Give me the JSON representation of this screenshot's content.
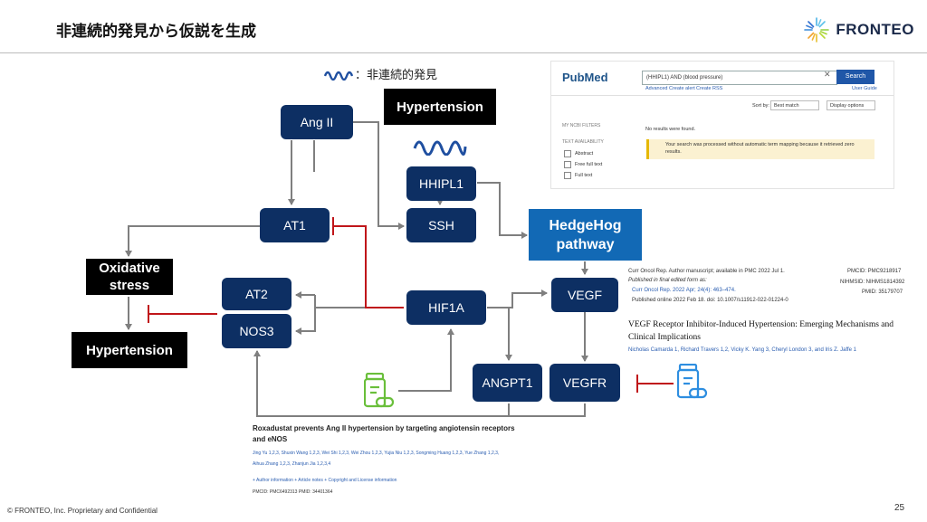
{
  "slide": {
    "title": "非連続的発見から仮説を生成",
    "logo_text": "FRONTEO",
    "footer": "© FRONTEO, Inc.  Proprietary and Confidential",
    "page_number": "25",
    "legend_text": "：非連続的発見"
  },
  "diagram": {
    "nodes": {
      "ang2": "Ang II",
      "hypertension_top": "Hypertension",
      "hhipl1": "HHIPL1",
      "ssh": "SSH",
      "at1": "AT1",
      "hedgehog": "HedgeHog pathway",
      "oxidative_stress": "Oxidative stress",
      "at2": "AT2",
      "nos3": "NOS3",
      "hif1a": "HIF1A",
      "vegf": "VEGF",
      "hypertension_bottom": "Hypertension",
      "angpt1": "ANGPT1",
      "vegfr": "VEGFR"
    },
    "colors": {
      "node": "#0d2f63",
      "hedgehog": "#1269b5",
      "inhibit": "#c0161a",
      "arrow": "#7f7f7f",
      "drug_left": "#6abf3b",
      "drug_right": "#2e8ee0"
    }
  },
  "pubmed": {
    "brand": "PubMed",
    "query": "(HHIPL1) AND (blood pressure)",
    "search_button": "Search",
    "links": [
      "Advanced",
      "Create alert",
      "Create RSS"
    ],
    "user_guide": "User Guide",
    "sort_label": "Sort by:",
    "sort_value": "Best match",
    "display_options": "Display options",
    "filters_label": "MY NCBI FILTERS",
    "text_availability": "TEXT AVAILABILITY",
    "filters": [
      "Abstract",
      "Free full text",
      "Full text"
    ],
    "no_results": "No results were found.",
    "warning": "Your search was processed without automatic term mapping because it retrieved zero results."
  },
  "article_right": {
    "journal_line": "Curr Oncol Rep. Author manuscript; available in PMC 2022 Jul 1.",
    "published_final": "Published in final edited form as:",
    "citation": "Curr Oncol Rep. 2022 Apr; 24(4): 463–474.",
    "published_online": "Published online 2022 Feb 18. doi: 10.1007/s11912-022-01224-0",
    "pmcid": "PMCID: PMC9218917",
    "nihmsid": "NIHMSID: NIHMS1814392",
    "pmid": "PMID: 35179707",
    "title": "VEGF Receptor Inhibitor-Induced Hypertension: Emerging Mechanisms and Clinical Implications",
    "authors": "Nicholas Camarda 1, Richard Travers 1,2, Vicky K. Yang 3, Cheryl London 3, and Iris Z. Jaffe 1"
  },
  "article_bottom": {
    "title": "Roxadustat prevents Ang II hypertension by targeting angiotensin receptors and eNOS",
    "authors_1": "Jing Yu 1,2,3, Shuxin Wang 1,2,3, Wei Shi 1,2,3, Wei Zhou 1,2,3, Yujia Niu 1,2,3, Songming Huang 1,2,3, Yue Zhang 1,2,3,",
    "authors_2": "Aihua Zhang 1,2,3, Zhanjun Jia 1,2,3,4",
    "info_links": "+ Author information   + Article notes   + Copyright and License information",
    "ids": "PMCID: PMC6492313  PMID: 34401364"
  }
}
